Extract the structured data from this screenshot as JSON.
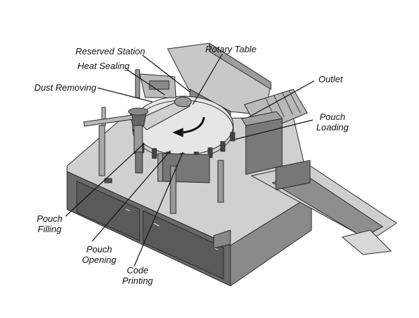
{
  "labels": {
    "reserved_station": "Reserved Station",
    "rotary_table": "Rotary Table",
    "heat_sealing": "Heat Sealing",
    "outlet": "Outlet",
    "dust_removing": "Dust Removing",
    "pouch_loading_1": "Pouch",
    "pouch_loading_2": "Loading",
    "pouch_filling_1": "Pouch",
    "pouch_filling_2": "Filling",
    "pouch_opening_1": "Pouch",
    "pouch_opening_2": "Opening",
    "code_printing_1": "Code",
    "code_printing_2": "Printing"
  },
  "colors": {
    "line": "#111111",
    "machine_light": "#d4d4d4",
    "machine_mid": "#a8a8a8",
    "machine_dark": "#555555",
    "outline": "#2a2a2a"
  }
}
